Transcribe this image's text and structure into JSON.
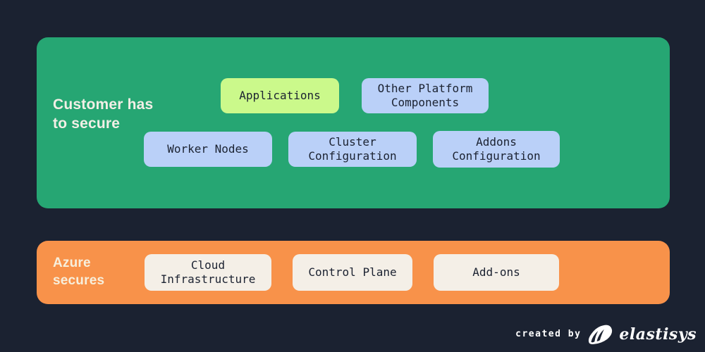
{
  "colors": {
    "background": "#1B2231",
    "customer_panel": "#26A673",
    "azure_panel": "#F8924A",
    "chip_yellow": "#CBF98B",
    "chip_blue": "#BAD0F8",
    "chip_cream": "#F4EFE7",
    "chip_text": "#1B2231",
    "customer_heading_text": "#F2EFE6",
    "azure_heading_text": "#F7EFDC",
    "footer_text": "#FFFFFF"
  },
  "customer_section": {
    "heading": "Customer has\nto secure",
    "row1": [
      {
        "label": "Applications",
        "variant": "yellow"
      },
      {
        "label": "Other Platform\nComponents",
        "variant": "blue"
      }
    ],
    "row2": [
      {
        "label": "Worker Nodes",
        "variant": "blue"
      },
      {
        "label": "Cluster\nConfiguration",
        "variant": "blue"
      },
      {
        "label": "Addons\nConfiguration",
        "variant": "blue"
      }
    ]
  },
  "azure_section": {
    "heading": "Azure\nsecures",
    "chips": [
      {
        "label": "Cloud\nInfrastructure"
      },
      {
        "label": "Control Plane"
      },
      {
        "label": "Add-ons"
      }
    ]
  },
  "footer": {
    "credit": "created by",
    "brand": "elastisys",
    "logo_icon": "elastisys-shell-icon"
  }
}
